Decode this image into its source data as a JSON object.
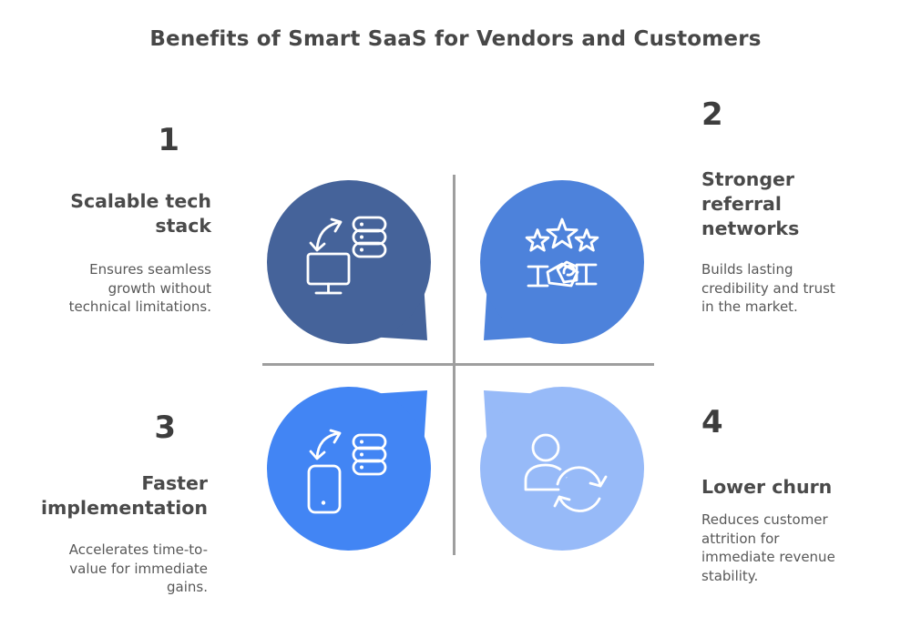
{
  "title": "Benefits of Smart SaaS for Vendors and Customers",
  "quadrants": [
    {
      "number": "1",
      "heading": "Scalable tech\nstack",
      "body": "Ensures seamless\ngrowth without\ntechnical limitations.",
      "bubble_color": "#45639A",
      "icon": "desktop-server-sync-icon"
    },
    {
      "number": "2",
      "heading": "Stronger\nreferral\nnetworks",
      "body": "Builds lasting\ncredibility and trust\nin the market.",
      "bubble_color": "#4D82DB",
      "icon": "stars-handshake-icon"
    },
    {
      "number": "3",
      "heading": "Faster\nimplementation",
      "body": "Accelerates time-to-\nvalue for immediate\ngains.",
      "bubble_color": "#4285F4",
      "icon": "tablet-server-sync-icon"
    },
    {
      "number": "4",
      "heading": "Lower churn",
      "body": "Reduces customer\nattrition for\nimmediate revenue\nstability.",
      "bubble_color": "#97BAF8",
      "icon": "customer-refresh-icon"
    }
  ],
  "colors": {
    "bubble_1": "#45639A",
    "bubble_2": "#4D82DB",
    "bubble_3": "#4285F4",
    "bubble_4": "#97BAF8",
    "divider": "#9E9E9E",
    "icon_stroke": "#FFFFFF",
    "title_text": "#474747",
    "heading_text": "#4A4A4A",
    "body_text": "#585858",
    "number_text": "#3D3D3D"
  }
}
